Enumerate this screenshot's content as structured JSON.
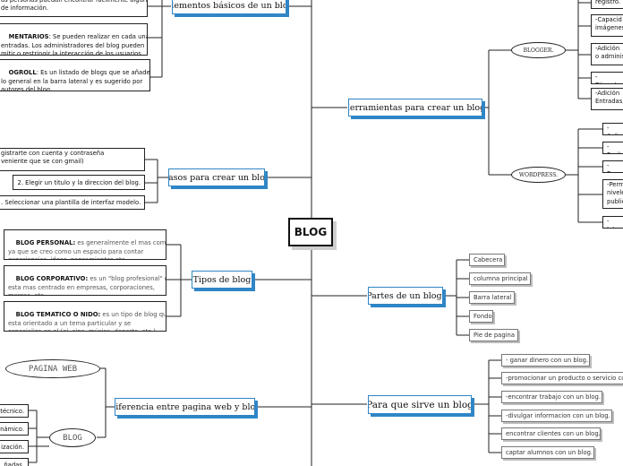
{
  "central": "BLOG",
  "left": {
    "elementos": {
      "title": "Elementos básicos de un blog",
      "notes": [
        "as personas puedan encontrar fácilmente algún\nde información.",
        {
          "bold": "MENTARIOS",
          "text": ": Se pueden realizar en cada una de\nentradas. Los administradores del blog pueden\nmitir o restringir la interacción de los usuarios."
        },
        {
          "bold": "OGROLL",
          "text": ": Es un listado de blogs que se añade\nlo general en la barra lateral y es sugerido por\nautores del blog."
        }
      ]
    },
    "pasos": {
      "title": "Pasos para crear un blog",
      "items": [
        "gistrarte con cuenta y contraseña\nveniente que se con gmail)",
        "2. Elegir un titulo y la direccion del blog.",
        ". Seleccionar una plantilla de interfaz modelo."
      ]
    },
    "tipos": {
      "title": "Tipos de blog",
      "items": [
        {
          "bold": "BLOG PERSONAL:",
          "text": " es generalmente el mas comun ,\nya que se creo como un espacio para contar\nexperiencias, ideas, pensamientos,etc."
        },
        {
          "bold": "BLOG CORPORATIVO:",
          "text": " es un \"blog profesional\" que\nesta mas centrado en empresas, corporaciones,\nmarcas, etc."
        },
        {
          "bold": "BLOG TEMATICO O NIDO:",
          "text": " es un tipo de blog que\nesta orientado a un tema particular y se\nespecializa en el (ej. cine, música, deporte, etc.)"
        }
      ]
    },
    "diferencia": {
      "title": "Diferencia entre pagina web y blog",
      "ovals": [
        "PAGINA WEB",
        "BLOG"
      ],
      "items": [
        "técnico.",
        "námico.",
        "ización.",
        "ñadas."
      ]
    }
  },
  "right": {
    "herramientas": {
      "title": "Herramientas para crear un blog:",
      "blogger": {
        "label": "BLOGGER.",
        "items": [
          "registro.",
          "-Capacid\nimágenes",
          "-Adición\no adminis",
          "-Etiqueta",
          "-Adición\nEntradas,"
        ]
      },
      "wordpress": {
        "label": "WORDPRESS.",
        "items": [
          "-Aplic",
          "-Facil",
          "-Perso",
          "-Perm\nnivele\npublic",
          "-Integ"
        ]
      }
    },
    "partes": {
      "title": "Partes de un blog:",
      "items": [
        "Cabecera",
        "columna principal",
        "Barra lateral",
        "Fondo",
        "Pie de pagina"
      ]
    },
    "sirve": {
      "title": "Para que sirve un blog",
      "items": [
        "- ganar dinero con un blog.",
        "-promocionar un producto o servicio co",
        "-encontrar trabajo con un blog.",
        "-divulgar informacion con un blog.",
        "encontrar clientes con un blog.",
        "captar alumnos con un blog."
      ]
    }
  }
}
